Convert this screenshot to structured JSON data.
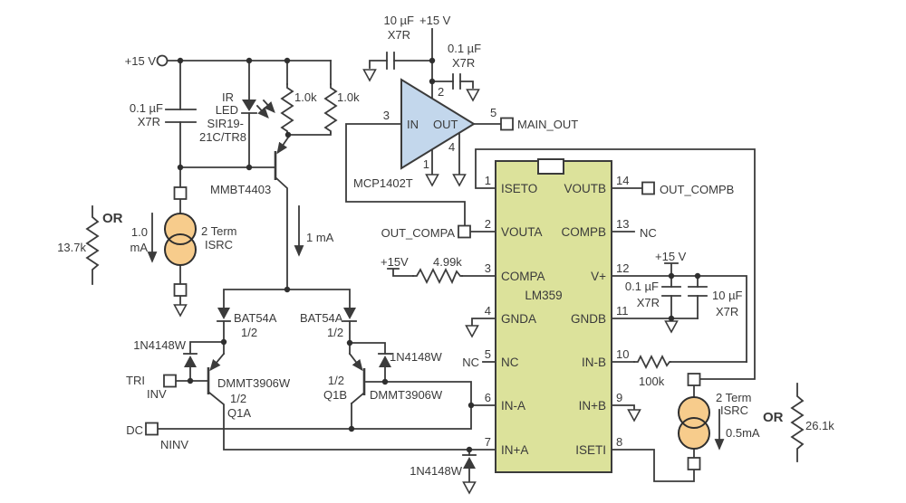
{
  "diagram": "analog circuit schematic",
  "colors": {
    "wire": "#3b3b3b",
    "ic_fill": "#dce29b",
    "buffer_fill": "#c3d7ec",
    "isrc_fill": "#f7cc8c",
    "background": "#ffffff"
  },
  "power": {
    "vcc_top_left": "+15 V",
    "vcc_top_mid": "+15 V",
    "vcc_vplus": "+15 V",
    "vcc_compa": "+15V"
  },
  "caps": {
    "c_in": {
      "value": "0.1 µF",
      "type": "X7R"
    },
    "c_bulk": {
      "value": "10 µF",
      "type": "X7R"
    },
    "c_byp": {
      "value": "0.1 µF",
      "type": "X7R"
    },
    "c_byp2": {
      "value": "0.1 µF",
      "type": "X7R"
    },
    "c_bulk2": {
      "value": "10 µF",
      "type": "X7R"
    }
  },
  "resistors": {
    "r_load1": "1.0k",
    "r_load2": "1.0k",
    "r_compa": "4.99k",
    "r_inb": "100k",
    "r_alt_left": "13.7k",
    "r_alt_right": "26.1k"
  },
  "led": {
    "l1": "IR",
    "l2": "LED",
    "l3": "SIR19-",
    "l4": "21C/TR8"
  },
  "transistors": {
    "pnp": "MMBT4403",
    "pair_a": "DMMT3906W",
    "pair_a_half": "1/2",
    "pair_a_name": "Q1A",
    "pair_b": "DMMT3906W",
    "pair_b_half": "1/2",
    "pair_b_name": "Q1B"
  },
  "diodes": {
    "bat1": "BAT54A",
    "bat1_half": "1/2",
    "bat2": "BAT54A",
    "bat2_half": "1/2",
    "d1": "1N4148W",
    "d2": "1N4148W",
    "d3": "1N4148W"
  },
  "currents": {
    "collector": "1 mA"
  },
  "isrc_left": {
    "t1": "2 Term",
    "t2": "ISRC",
    "val1": "1.0",
    "val2": "mA",
    "or": "OR"
  },
  "isrc_right": {
    "t1": "2 Term",
    "t2": "ISRC",
    "val": "0.5mA",
    "or": "OR"
  },
  "buffer": {
    "part": "MCP1402T",
    "in": "IN",
    "out": "OUT",
    "p1": "1",
    "p2": "2",
    "p3": "3",
    "p4": "4",
    "p5": "5"
  },
  "terminals": {
    "main_out": "MAIN_OUT",
    "out_compa": "OUT_COMPA",
    "out_compb": "OUT_COMPB",
    "tri": "TRI",
    "inv": "INV",
    "dc": "DC",
    "ninv": "NINV",
    "nc13": "NC",
    "nc5": "NC"
  },
  "ic": {
    "part": "LM359",
    "pins_left": [
      {
        "n": "1",
        "label": "ISETO"
      },
      {
        "n": "2",
        "label": "VOUTA"
      },
      {
        "n": "3",
        "label": "COMPA"
      },
      {
        "n": "4",
        "label": "GNDA"
      },
      {
        "n": "5",
        "label": "NC"
      },
      {
        "n": "6",
        "label": "IN-A"
      },
      {
        "n": "7",
        "label": "IN+A"
      }
    ],
    "pins_right": [
      {
        "n": "14",
        "label": "VOUTB"
      },
      {
        "n": "13",
        "label": "COMPB"
      },
      {
        "n": "12",
        "label": "V+"
      },
      {
        "n": "11",
        "label": "GNDB"
      },
      {
        "n": "10",
        "label": "IN-B"
      },
      {
        "n": "9",
        "label": "IN+B"
      },
      {
        "n": "8",
        "label": "ISETI"
      }
    ]
  }
}
